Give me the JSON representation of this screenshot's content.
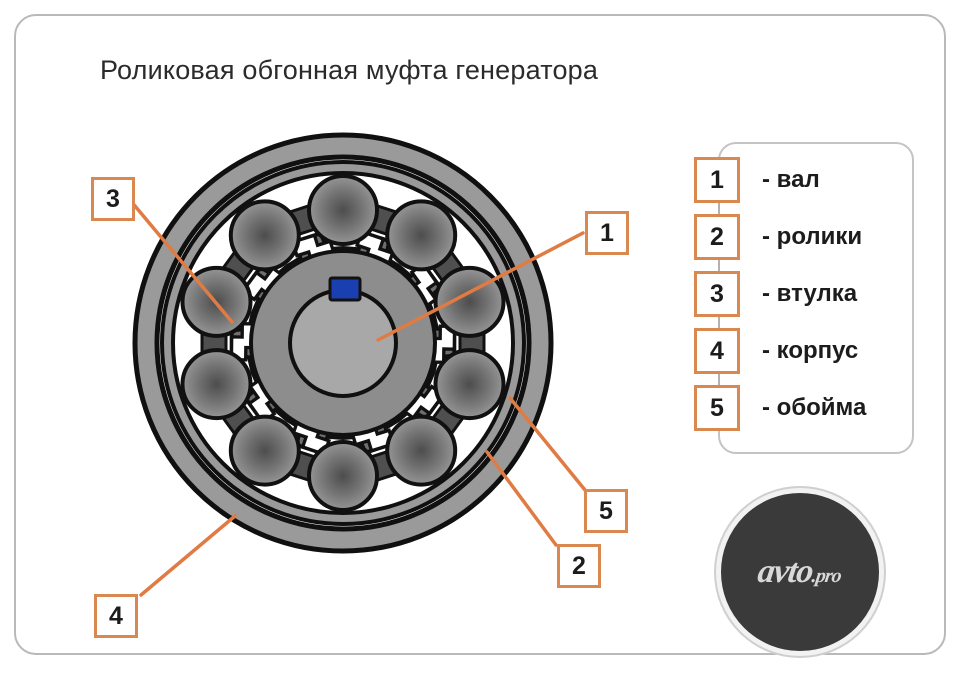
{
  "title": "Роликовая обгонная муфта генератора",
  "legend": {
    "items": [
      {
        "num": "1",
        "label": "- вал"
      },
      {
        "num": "2",
        "label": "- ролики"
      },
      {
        "num": "3",
        "label": "- втулка"
      },
      {
        "num": "4",
        "label": "- корпус"
      },
      {
        "num": "5",
        "label": "- обойма"
      }
    ]
  },
  "callouts": [
    {
      "id": "1",
      "num": "1"
    },
    {
      "id": "2",
      "num": "2"
    },
    {
      "id": "3",
      "num": "3"
    },
    {
      "id": "4",
      "num": "4"
    },
    {
      "id": "5",
      "num": "5"
    }
  ],
  "logo": {
    "name": "avto",
    "suffix": ".pro"
  },
  "diagram": {
    "roller_count": 10,
    "colors": {
      "accent": "#d9894f",
      "outline": "#111111",
      "housing": "#9a9a9a",
      "race": "#7e7e7e",
      "hub": "#6f6f6f",
      "sleeve": "#8d8d8d",
      "shaft": "#a8a8a8",
      "roller": "#8b8b8b",
      "spring": "#4f4f4f",
      "wedge": "#ffffff",
      "keyway": "#1a3fb0"
    }
  }
}
